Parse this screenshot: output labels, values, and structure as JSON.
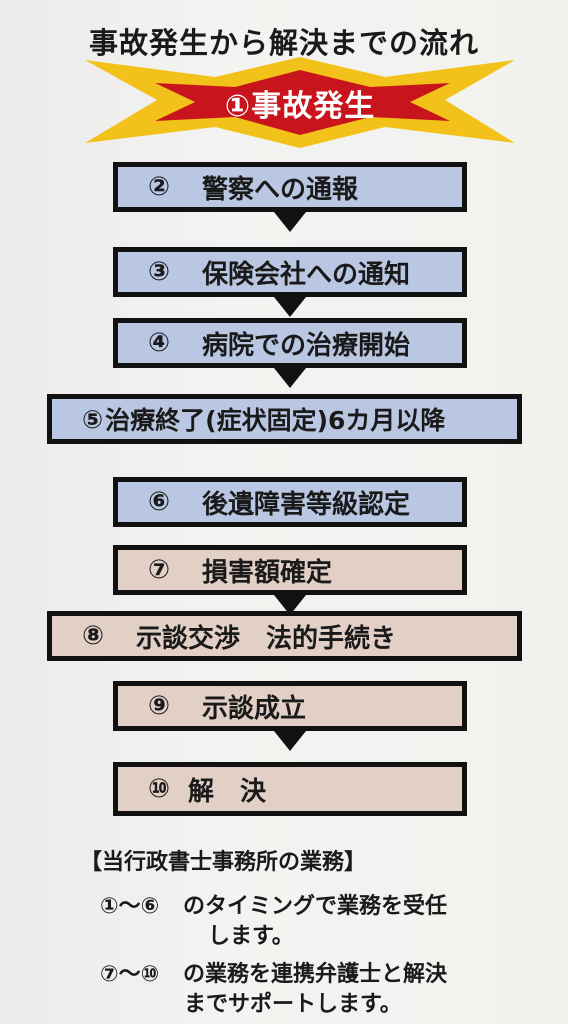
{
  "title": "事故発生から解決までの流れ",
  "start": {
    "label": "①事故発生"
  },
  "steps": [
    {
      "number": "②",
      "label": "警察への通報",
      "color": "#b9c7e2"
    },
    {
      "number": "③",
      "label": "保険会社への通知",
      "color": "#b9c7e2"
    },
    {
      "number": "④",
      "label": "病院での治療開始",
      "color": "#b9c7e2"
    },
    {
      "number": "⑤",
      "label": "治療終了(症状固定)6カ月以降",
      "color": "#b9c7e2"
    },
    {
      "number": "⑥",
      "label": "後遺障害等級認定",
      "color": "#b9c7e2"
    },
    {
      "number": "⑦",
      "label": "損害額確定",
      "color": "#e2d0c7"
    },
    {
      "number": "⑧",
      "label": "示談交渉　法的手続き",
      "color": "#e2d0c7"
    },
    {
      "number": "⑨",
      "label": "示談成立",
      "color": "#e2d0c7"
    },
    {
      "number": "⑩",
      "label": "解　決",
      "color": "#e2d0c7"
    }
  ],
  "notes": {
    "heading": "【当行政書士事務所の業務】",
    "line1_range": "①～⑥",
    "line1_text": "のタイミングで業務を受任",
    "line1_cont": "します。",
    "line2_range": "⑦～⑩",
    "line2_text": "の業務を連携弁護士と解決",
    "line2_cont": "までサポートします。"
  },
  "colors": {
    "burst_outer": "#f3c21a",
    "burst_inner": "#c8141c",
    "blue_box": "#b9c7e2",
    "pink_box": "#e2d0c7"
  }
}
